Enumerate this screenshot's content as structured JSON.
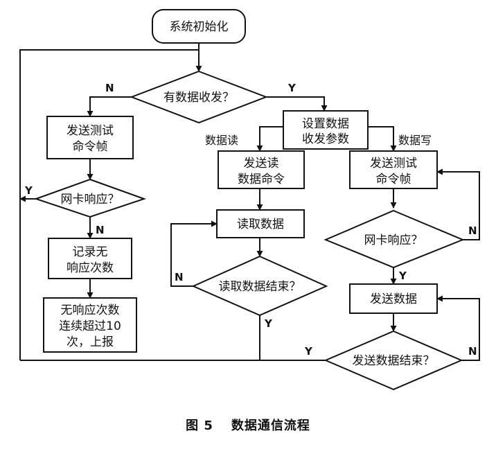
{
  "nodes": {
    "init": "系统初始化",
    "has_data": "有数据收发？",
    "send_test_left": [
      "发送测试",
      "命令帧"
    ],
    "nic_left": "网卡响应？",
    "record": [
      "记录无",
      "响应次数"
    ],
    "report": [
      "无响应次数",
      "连续超过10",
      "次，上报"
    ],
    "set_params": [
      "设置数据",
      "收发参数"
    ],
    "send_read": [
      "发送读",
      "数据命令"
    ],
    "read_data": "读取数据",
    "read_end": "读取数据结束？",
    "send_test_right": [
      "发送测试",
      "命令帧"
    ],
    "nic_right": "网卡响应？",
    "send_data": "发送数据",
    "send_end": "发送数据结束？"
  },
  "edge_labels": {
    "has_data_no": "N",
    "has_data_yes": "Y",
    "nic_left_yes": "Y",
    "nic_left_no": "N",
    "data_read": "数据读",
    "data_write": "数据写",
    "read_end_no": "N",
    "read_end_yes": "Y",
    "nic_right_no": "N",
    "nic_right_yes": "Y",
    "send_end_yes": "Y",
    "send_end_no": "N"
  },
  "caption": {
    "figure": "图 5",
    "title": "数据通信流程"
  }
}
